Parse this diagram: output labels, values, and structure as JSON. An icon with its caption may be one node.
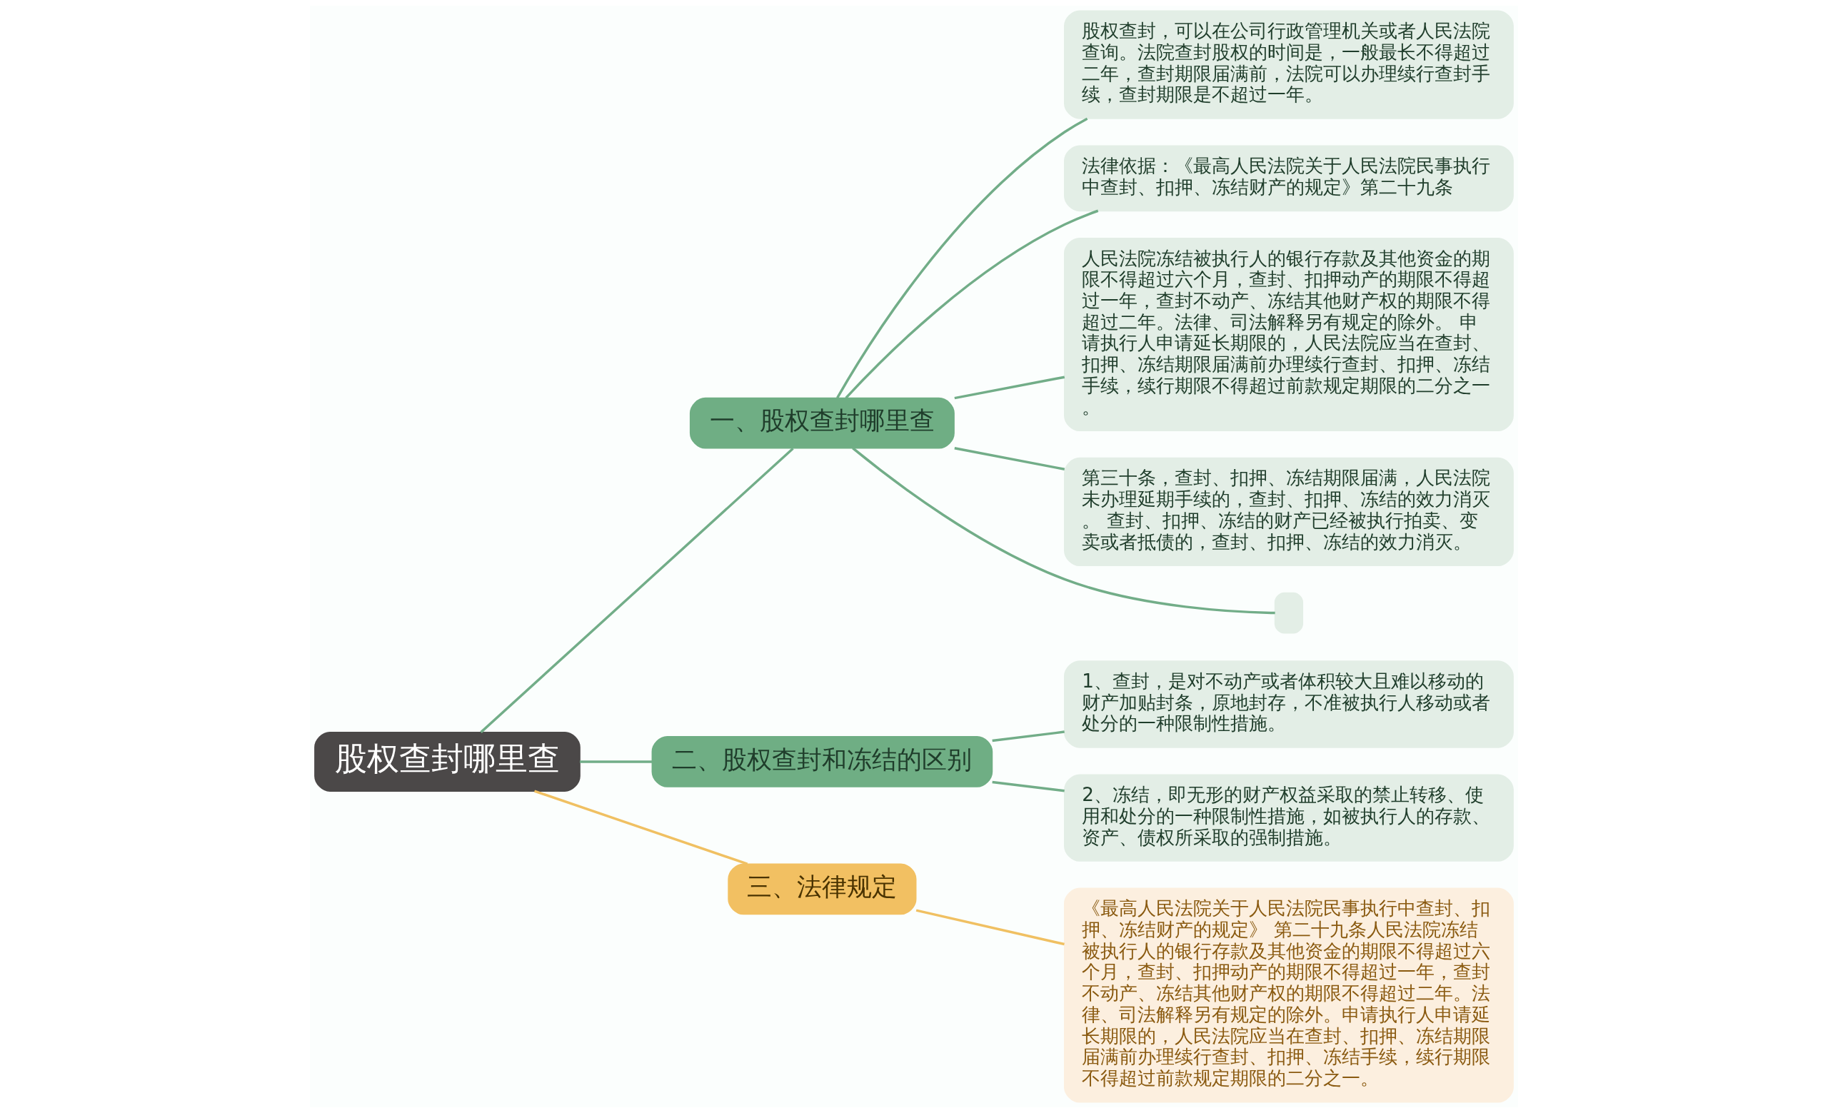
{
  "diagram": {
    "nodes": [
      {
        "text": [
          "股权查封哪里查"
        ]
      },
      {
        "text": [
          "一、股权查封哪里查"
        ]
      },
      {
        "text": [
          "股权查封，可以在公司行政管理机关或者人民法院查询。法院查封股权的时间是，一般最长不得超过二年，查封期限届满前，法院可以办理续行查封手续，查封期限是不超过一年。"
        ]
      },
      {
        "text": [
          "法律依据：《最高人民法院关于人民法院民事执行中查封、扣押、冻结财产的规定》第二十九条"
        ]
      },
      {
        "text": [
          "人民法院冻结被执行人的银行存款及其他资金的期限不得超过六个月，查封、扣押动产的期限不得超过一年，查封不动产、冻结其他财产权的期限不得超过二年。法律、司法解释另有规定的除外。 申请执行人申请延长期限的，人民法院应当在查封、扣押、冻结期限届满前办理续行查封、扣押、冻结手续，续行期限不得超过前款规定期限的二分之一。"
        ]
      },
      {
        "text": [
          "第三十条，查封、扣押、冻结期限届满，人民法院未办理延期手续的，查封、扣押、冻结的效力消灭。 查封、扣押、冻结的财产已经被执行拍卖、变卖或者抵债的，查封、扣押、冻结的效力消灭。"
        ]
      },
      {
        "text": [],
        "shape": "box"
      },
      {
        "text": [
          "二、股权查封和冻结的区别"
        ]
      },
      {
        "text": [
          "1、查封，是对不动产或者体积较大且难以移动的财产加贴封条，原地封存，不准被执行人移动或者处分的一种限制性措施。"
        ]
      },
      {
        "text": [
          "2、冻结，即无形的财产权益采取的禁止转移、使用和处分的一种限制性措施，如被执行人的存款、资产、债权所采取的强制措施。"
        ]
      },
      {
        "text": [
          "三、法律规定"
        ]
      },
      {
        "text": [
          "《最高人民法院关于人民法院民事执行中查封、扣押、冻结财产的规定》 第二十九条人民法院冻结被执行人的银行存款及其他资金的期限不得超过六个月，查封、扣押动产的期限不得超过一年，查封不动产、冻结其他财产权的期限不得超过二年。法律、司法解释另有规定的除外。申请执行人申请延长期限的，人民法院应当在查封、扣押、冻结期限届满前办理续行查封、扣押、冻结手续，续行期限不得超过前款规定期限的二分之一。"
        ]
      }
    ],
    "edges": [
      {
        "from": 0,
        "to": 1,
        "arrow": "none"
      },
      {
        "from": 1,
        "to": 2,
        "arrow": "none"
      },
      {
        "from": 1,
        "to": 3,
        "arrow": "none"
      },
      {
        "from": 1,
        "to": 4,
        "arrow": "none"
      },
      {
        "from": 1,
        "to": 5,
        "arrow": "none"
      },
      {
        "from": 1,
        "to": 6,
        "arrow": "none"
      },
      {
        "from": 0,
        "to": 7,
        "arrow": "none"
      },
      {
        "from": 7,
        "to": 8,
        "arrow": "none"
      },
      {
        "from": 7,
        "to": 9,
        "arrow": "none"
      },
      {
        "from": 0,
        "to": 10,
        "arrow": "none",
        "color": "#f0c062"
      },
      {
        "from": 10,
        "to": 11,
        "arrow": "none",
        "color": "#f0c062"
      }
    ]
  }
}
